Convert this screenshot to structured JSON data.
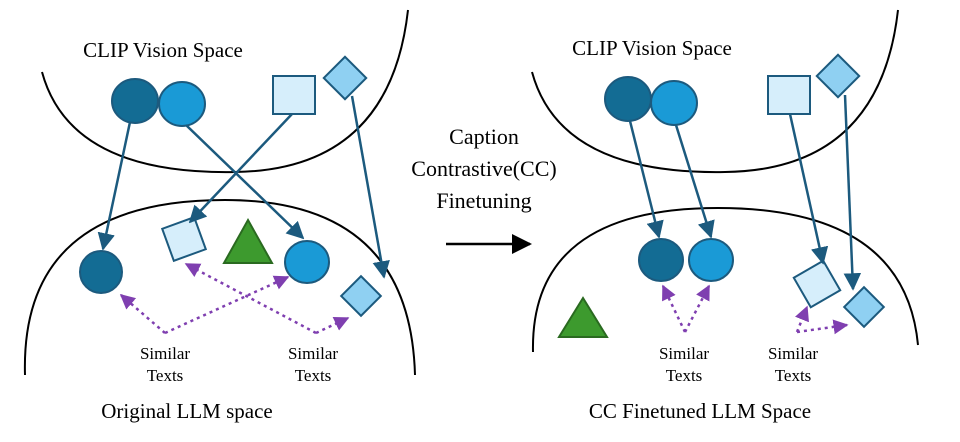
{
  "left_panel": {
    "top_label": "CLIP Vision Space",
    "bottom_label": "Original LLM space",
    "similar_left": [
      "Similar",
      "Texts"
    ],
    "similar_right": [
      "Similar",
      "Texts"
    ]
  },
  "middle": {
    "caption_lines": [
      "Caption",
      "Contrastive(CC)",
      "Finetuning"
    ]
  },
  "right_panel": {
    "top_label": "CLIP Vision Space",
    "bottom_label": "CC Finetuned LLM Space",
    "similar_left": [
      "Similar",
      "Texts"
    ],
    "similar_right": [
      "Similar",
      "Texts"
    ]
  },
  "colors": {
    "dark_blue": "#136c94",
    "mid_blue": "#1a9ad6",
    "light_blue": "#d6eefb",
    "sky_blue": "#8fd0f2",
    "arrow": "#1c5a7e",
    "green": "#3d9a2e",
    "dotted": "#7f3fb0"
  }
}
